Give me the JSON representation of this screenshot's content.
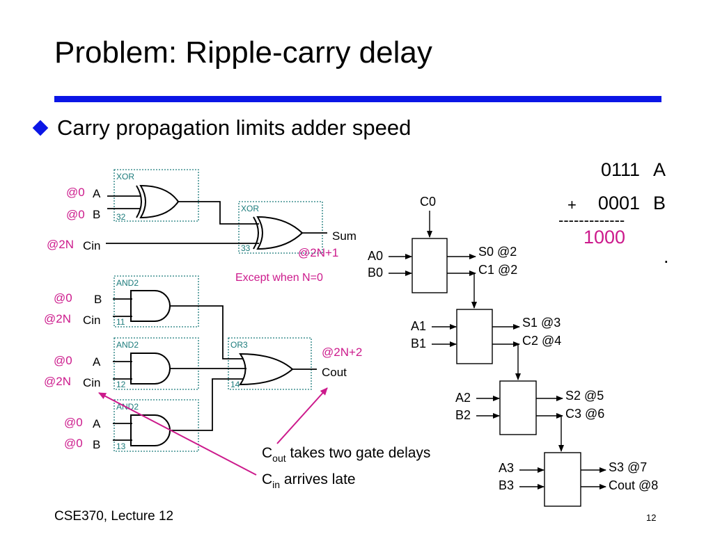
{
  "slide": {
    "title": "Problem: Ripple-carry delay",
    "bullet": "Carry propagation limits adder speed",
    "footer_left": "CSE370, Lecture 12",
    "page_number": "12"
  },
  "colors": {
    "accent": "#0b16e6",
    "timing": "#cc1a8c",
    "gate_box": "#1a7a7a"
  },
  "full_adder": {
    "sum_section": {
      "gate1_label": "XOR",
      "gate1_num": "32",
      "gate2_label": "XOR",
      "gate2_num": "33",
      "in_a_time": "@0",
      "in_a": "A",
      "in_b_time": "@0",
      "in_b": "B",
      "cin_time": "@2N",
      "cin": "Cin",
      "sum_label": "Sum",
      "sum_time": "@2N+1",
      "exception": "Except when N=0"
    },
    "carry_section": {
      "and1_label": "AND2",
      "and1_num": "11",
      "and2_label": "AND2",
      "and2_num": "12",
      "and3_label": "AND2",
      "and3_num": "13",
      "or_label": "OR3",
      "or_num": "14",
      "and1_in1_time": "@0",
      "and1_in1": "B",
      "and1_in2_time": "@2N",
      "and1_in2": "Cin",
      "and2_in1_time": "@0",
      "and2_in1": "A",
      "and2_in2_time": "@2N",
      "and2_in2": "Cin",
      "and3_in1_time": "@0",
      "and3_in1": "A",
      "and3_in2_time": "@0",
      "and3_in2": "B",
      "cout_time": "@2N+2",
      "cout_label": "Cout"
    },
    "notes": {
      "cout_prefix": "C",
      "cout_sub": "out",
      "cout_rest": " takes two gate delays",
      "cin_prefix": "C",
      "cin_sub": "in",
      "cin_rest": " arrives late"
    }
  },
  "addition": {
    "a_value": "0111",
    "a_label": "A",
    "plus": "+",
    "b_value": "0001",
    "b_label": "B",
    "dashes": "-------------",
    "result": "1000",
    "dot": "."
  },
  "ripple": {
    "c0": "C0",
    "stages": [
      {
        "a": "A0",
        "b": "B0",
        "s": "S0 @2",
        "c": "C1 @2"
      },
      {
        "a": "A1",
        "b": "B1",
        "s": "S1 @3",
        "c": "C2 @4"
      },
      {
        "a": "A2",
        "b": "B2",
        "s": "S2 @5",
        "c": "C3 @6"
      },
      {
        "a": "A3",
        "b": "B3",
        "s": "S3 @7",
        "c": "Cout @8"
      }
    ]
  }
}
